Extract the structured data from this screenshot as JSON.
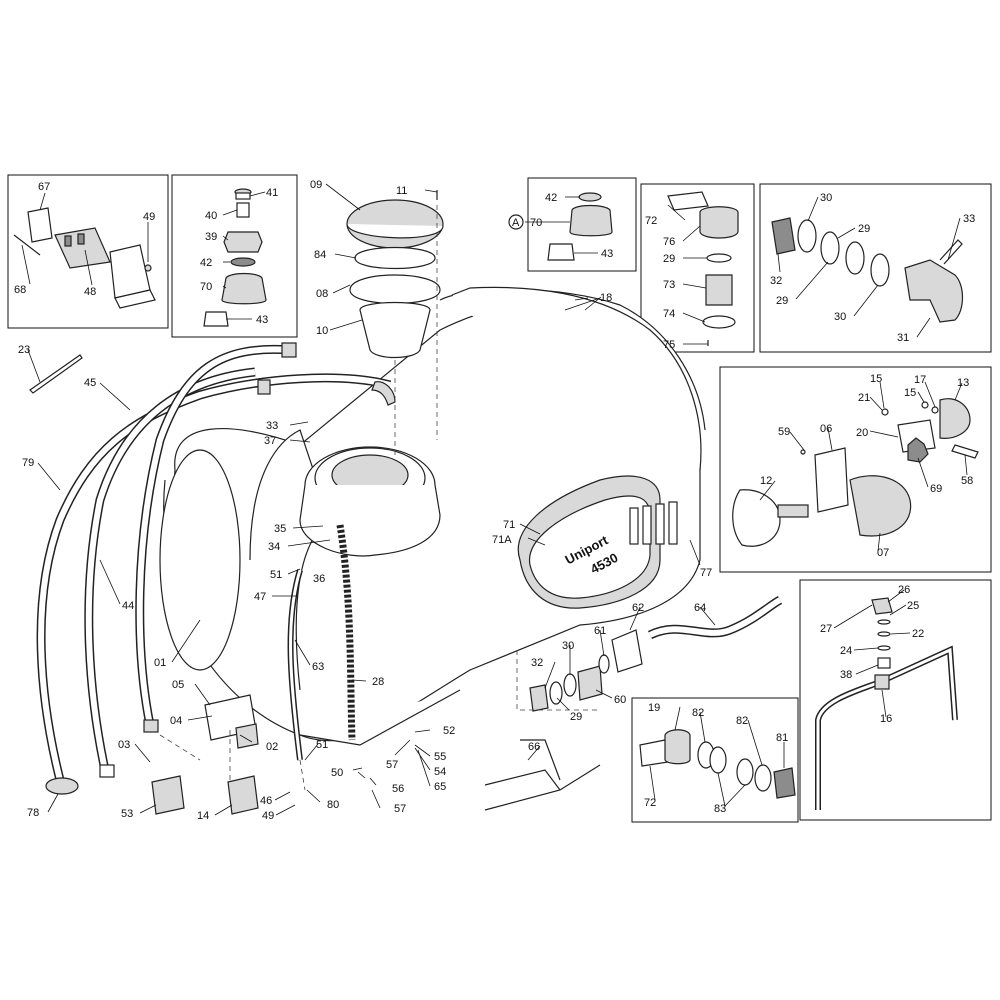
{
  "brand": {
    "line1": "Uniport",
    "line2": "4530"
  },
  "reference_marker": "A",
  "labels": {
    "l01": "01",
    "l02": "02",
    "l03": "03",
    "l04": "04",
    "l05": "05",
    "l06": "06",
    "l07": "07",
    "l08": "08",
    "l09": "09",
    "l10": "10",
    "l11": "11",
    "l12": "12",
    "l13": "13",
    "l14": "14",
    "l15a": "15",
    "l15b": "15",
    "l16": "16",
    "l17": "17",
    "l18": "18",
    "l19": "19",
    "l20": "20",
    "l21": "21",
    "l22": "22",
    "l23": "23",
    "l24": "24",
    "l25": "25",
    "l26": "26",
    "l27": "27",
    "l28": "28",
    "l29a": "29",
    "l29b": "29",
    "l29c": "29",
    "l29d": "29",
    "l30a": "30",
    "l30b": "30",
    "l30c": "30",
    "l31": "31",
    "l32a": "32",
    "l32b": "32",
    "l33a": "33",
    "l33b": "33",
    "l34": "34",
    "l35": "35",
    "l36": "36",
    "l37": "37",
    "l38": "38",
    "l39": "39",
    "l40": "40",
    "l41": "41",
    "l42a": "42",
    "l42b": "42",
    "l43a": "43",
    "l43b": "43",
    "l44": "44",
    "l45": "45",
    "l46": "46",
    "l47": "47",
    "l48": "48",
    "l49a": "49",
    "l49b": "49",
    "l50": "50",
    "l51a": "51",
    "l51b": "51",
    "l52": "52",
    "l53": "53",
    "l54": "54",
    "l55": "55",
    "l56": "56",
    "l57a": "57",
    "l57b": "57",
    "l58": "58",
    "l59": "59",
    "l60": "60",
    "l61": "61",
    "l62": "62",
    "l63": "63",
    "l64": "64",
    "l65": "65",
    "l66": "66",
    "l67": "67",
    "l68": "68",
    "l69": "69",
    "l70a": "70",
    "l70b": "70",
    "l71": "71",
    "l71a": "71A",
    "l72a": "72",
    "l72b": "72",
    "l73": "73",
    "l74": "74",
    "l75": "75",
    "l76": "76",
    "l77": "77",
    "l78": "78",
    "l79": "79",
    "l80": "80",
    "l81": "81",
    "l82a": "82",
    "l82b": "82",
    "l83": "83",
    "l84": "84"
  }
}
